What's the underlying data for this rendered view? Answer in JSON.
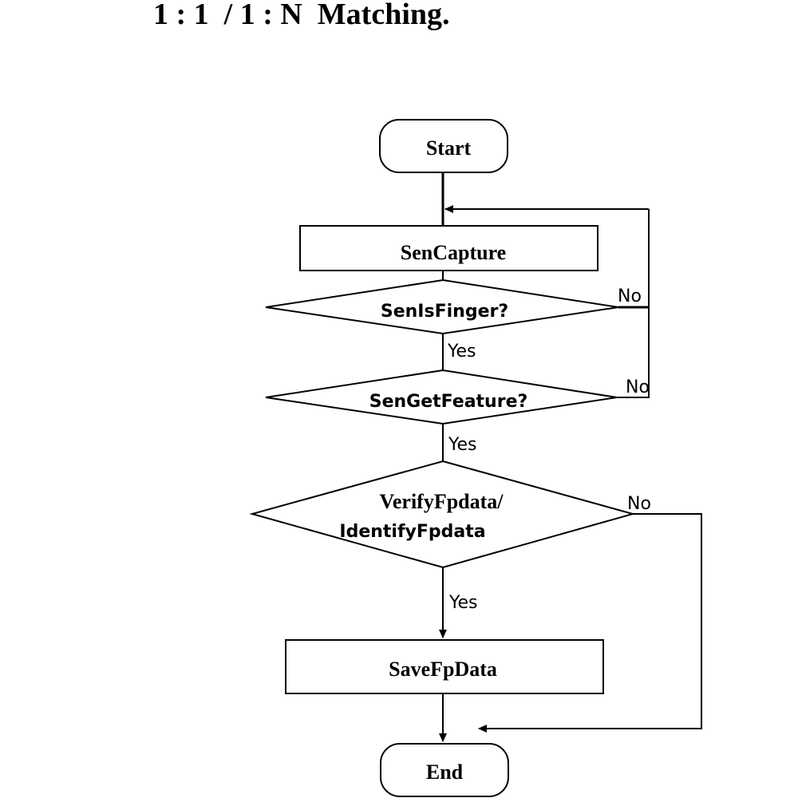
{
  "title": "1 : 1  / 1 : N  Matching.",
  "nodes": {
    "start": "Start",
    "capture": "SenCapture",
    "is_finger": "SenIsFinger?",
    "get_feature": "SenGetFeature?",
    "verify_line1": "VerifyFpdata/",
    "verify_line2": "IdentifyFpdata",
    "save": "SaveFpData",
    "end": "End"
  },
  "branches": {
    "is_finger_yes": "Yes",
    "is_finger_no": "No",
    "get_feature_yes": "Yes",
    "get_feature_no": "No",
    "verify_yes": "Yes",
    "verify_no": "No"
  }
}
